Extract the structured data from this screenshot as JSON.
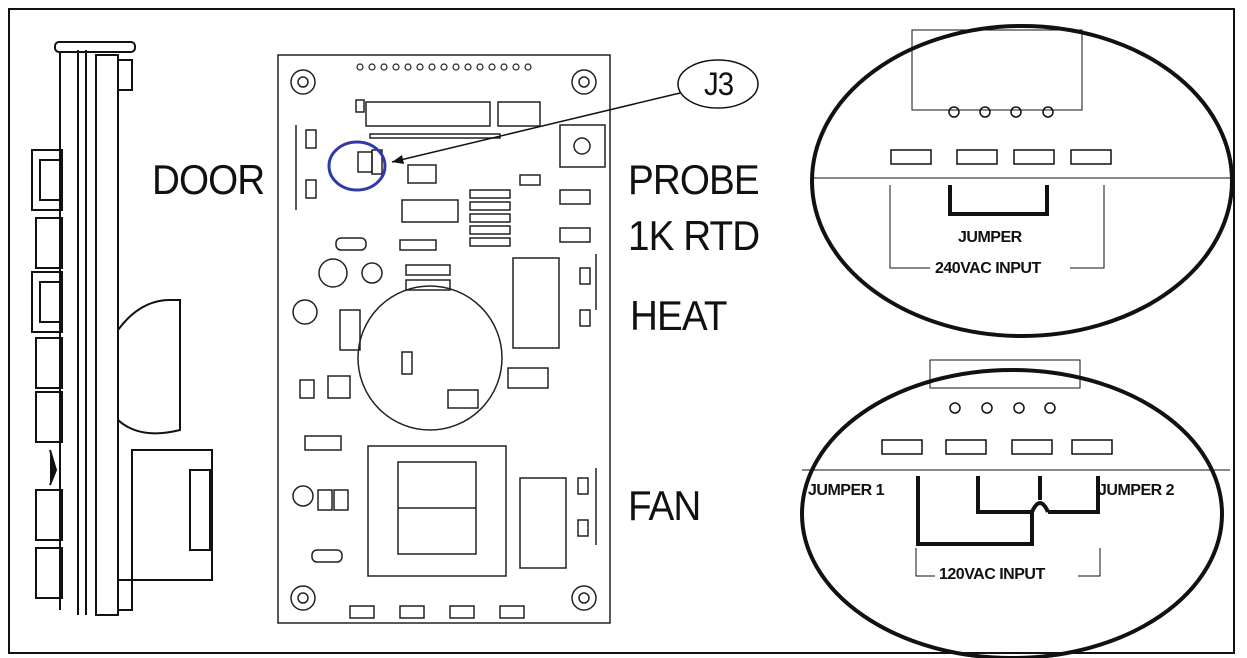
{
  "labels": {
    "door": "DOOR",
    "probe": "PROBE",
    "probe_type": "1K RTD",
    "heat": "HEAT",
    "fan": "FAN",
    "j3": "J3"
  },
  "detail_240": {
    "jumper": "JUMPER",
    "input": "240VAC INPUT"
  },
  "detail_120": {
    "jumper1": "JUMPER 1",
    "jumper2": "JUMPER 2",
    "input": "120VAC INPUT"
  },
  "colors": {
    "outline": "#111111",
    "highlight": "#2f3aa8",
    "pcb_stroke": "#222222",
    "pcb_fill": "#ffffff"
  }
}
